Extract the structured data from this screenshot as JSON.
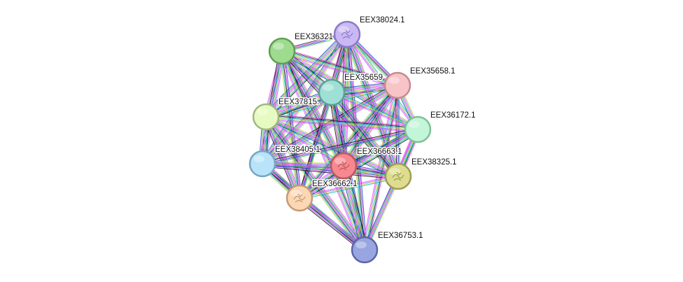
{
  "network": {
    "nodes": [
      {
        "id": "n1",
        "label": "EEX38024.1",
        "fill": "#c9b8f3",
        "stroke": "#8e79c8",
        "structure": true
      },
      {
        "id": "n2",
        "label": "EEX36321",
        "fill": "#9edb8f",
        "stroke": "#5e9f4f",
        "structure": false
      },
      {
        "id": "n3",
        "label": "EEX35658.1",
        "fill": "#f7c4c8",
        "stroke": "#c78a8f",
        "structure": false
      },
      {
        "id": "n4",
        "label": "EEX35659",
        "fill": "#9fe0d6",
        "stroke": "#5f9f96",
        "structure": false
      },
      {
        "id": "n5",
        "label": "EEX37815.",
        "fill": "#e6fbc1",
        "stroke": "#a2b77f",
        "structure": false
      },
      {
        "id": "n6",
        "label": "EEX36172.1",
        "fill": "#c3f5d8",
        "stroke": "#7fbf98",
        "structure": false
      },
      {
        "id": "n7",
        "label": "EEX38405.1",
        "fill": "#b8e3f8",
        "stroke": "#76a7c3",
        "structure": false
      },
      {
        "id": "n8",
        "label": "EEX36663.1",
        "fill": "#f8888f",
        "stroke": "#b9585e",
        "structure": true
      },
      {
        "id": "n9",
        "label": "EEX38325.1",
        "fill": "#dedd8f",
        "stroke": "#9e9d52",
        "structure": true
      },
      {
        "id": "n10",
        "label": "EEX36662.1",
        "fill": "#fbd7b4",
        "stroke": "#c49a74",
        "structure": true
      },
      {
        "id": "n11",
        "label": "EEX36753.1",
        "fill": "#98a5e0",
        "stroke": "#5a66a6",
        "structure": false
      }
    ],
    "edge_colors": [
      "#3fbf3f",
      "#1a3fd6",
      "#d63fd6",
      "#111111",
      "#00bfbf",
      "#c8d23f",
      "#7f7fff",
      "#ff3fff"
    ]
  }
}
